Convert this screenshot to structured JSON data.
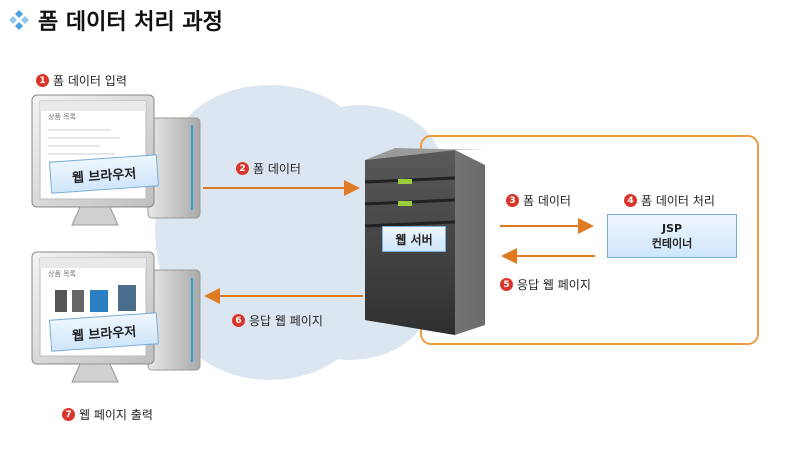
{
  "title": "폼 데이터 처리 과정",
  "title_icon": "diamond-cluster-icon",
  "steps": [
    {
      "num": "1",
      "text": "폼 데이터 입력"
    },
    {
      "num": "2",
      "text": "폼 데이터"
    },
    {
      "num": "3",
      "text": "폼 데이터"
    },
    {
      "num": "4",
      "text": "폼 데이터 처리"
    },
    {
      "num": "5",
      "text": "응답 웹 페이지"
    },
    {
      "num": "6",
      "text": "응답 웹 페이지"
    },
    {
      "num": "7",
      "text": "웹 페이지 출력"
    }
  ],
  "browser_label_top": "웹 브라우저",
  "browser_label_bottom": "웹 브라우저",
  "server_label": "웹 서버",
  "container_line1": "JSP",
  "container_line2": "컨테이너",
  "screen_header": "상품 목록",
  "colors": {
    "arrow": "#e07a22",
    "box_border": "#ef9b40",
    "cloud": "#dbe6f1"
  }
}
